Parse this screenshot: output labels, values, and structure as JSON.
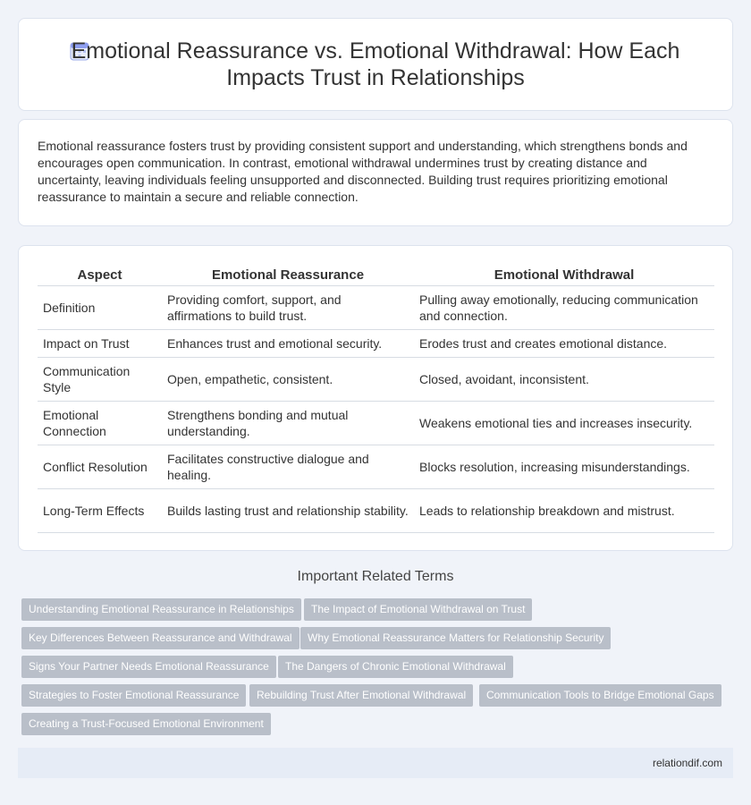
{
  "header": {
    "title": "Emotional Reassurance vs. Emotional Withdrawal: How Each Impacts Trust in Relationships",
    "icon": "calendar-icon"
  },
  "summary": "Emotional reassurance fosters trust by providing consistent support and understanding, which strengthens bonds and encourages open communication. In contrast, emotional withdrawal undermines trust by creating distance and uncertainty, leaving individuals feeling unsupported and disconnected. Building trust requires prioritizing emotional reassurance to maintain a secure and reliable connection.",
  "table": {
    "headers": [
      "Aspect",
      "Emotional Reassurance",
      "Emotional Withdrawal"
    ],
    "rows": [
      [
        "Definition",
        "Providing comfort, support, and affirmations to build trust.",
        "Pulling away emotionally, reducing communication and connection."
      ],
      [
        "Impact on Trust",
        "Enhances trust and emotional security.",
        "Erodes trust and creates emotional distance."
      ],
      [
        "Communication Style",
        "Open, empathetic, consistent.",
        "Closed, avoidant, inconsistent."
      ],
      [
        "Emotional Connection",
        "Strengthens bonding and mutual understanding.",
        "Weakens emotional ties and increases insecurity."
      ],
      [
        "Conflict Resolution",
        "Facilitates constructive dialogue and healing.",
        "Blocks resolution, increasing misunderstandings."
      ],
      [
        "Long-Term Effects",
        "Builds lasting trust and relationship stability.",
        "Leads to relationship breakdown and mistrust."
      ]
    ]
  },
  "related": {
    "title": "Important Related Terms",
    "tags": [
      "Understanding Emotional Reassurance in Relationships",
      "The Impact of Emotional Withdrawal on Trust",
      "Key Differences Between Reassurance and Withdrawal",
      "Why Emotional Reassurance Matters for Relationship Security",
      "Signs Your Partner Needs Emotional Reassurance",
      "The Dangers of Chronic Emotional Withdrawal",
      "Strategies to Foster Emotional Reassurance",
      "Rebuilding Trust After Emotional Withdrawal",
      "Communication Tools to Bridge Emotional Gaps",
      "Creating a Trust-Focused Emotional Environment"
    ]
  },
  "footer": {
    "site": "relationdif.com"
  },
  "colors": {
    "tag_bg": "#b9bfc9",
    "page_bg": "#f0f3f9",
    "footer_bg": "#e6ecf6"
  }
}
